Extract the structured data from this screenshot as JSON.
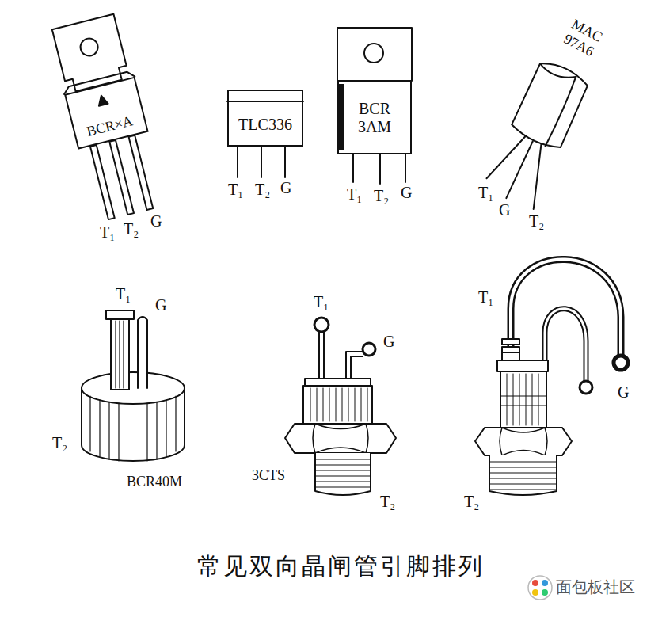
{
  "diagram": {
    "caption": "常见双向晶闸管引脚排列",
    "nodes": [
      {
        "text": [
          "BCR×A"
        ]
      },
      {
        "text": [
          "TLC336"
        ]
      },
      {
        "text": [
          "BCR 3AM"
        ]
      }
    ],
    "labels": [
      "T₁",
      "T₂",
      "G",
      "T₁",
      "T₂",
      "G",
      "T₁",
      "T₂",
      "G",
      "MAC 97A6",
      "T₁",
      "G",
      "T₂",
      "T₁",
      "G",
      "T₂",
      "BCR40M",
      "T₁",
      "G",
      "3CTS",
      "T₂",
      "T₁",
      "G",
      "T₂",
      "面包板社区"
    ]
  }
}
